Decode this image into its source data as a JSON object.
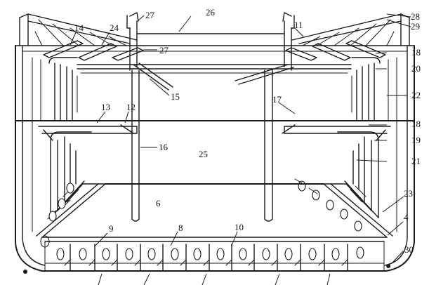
{
  "labels": {
    "l26": "26",
    "l27a": "27",
    "l27b": "27",
    "l28": "28",
    "l29": "29",
    "l11": "11",
    "l14": "14",
    "l24": "24",
    "l18a": "18",
    "l20": "20",
    "l15": "15",
    "l22": "22",
    "l17": "17",
    "l13": "13",
    "l12": "12",
    "l18b": "18",
    "l19": "19",
    "l16": "16",
    "l25": "25",
    "l21": "21",
    "l6": "6",
    "l23": "23",
    "l4": "4",
    "l9": "9",
    "l8": "8",
    "l10": "10",
    "l30": "30"
  }
}
